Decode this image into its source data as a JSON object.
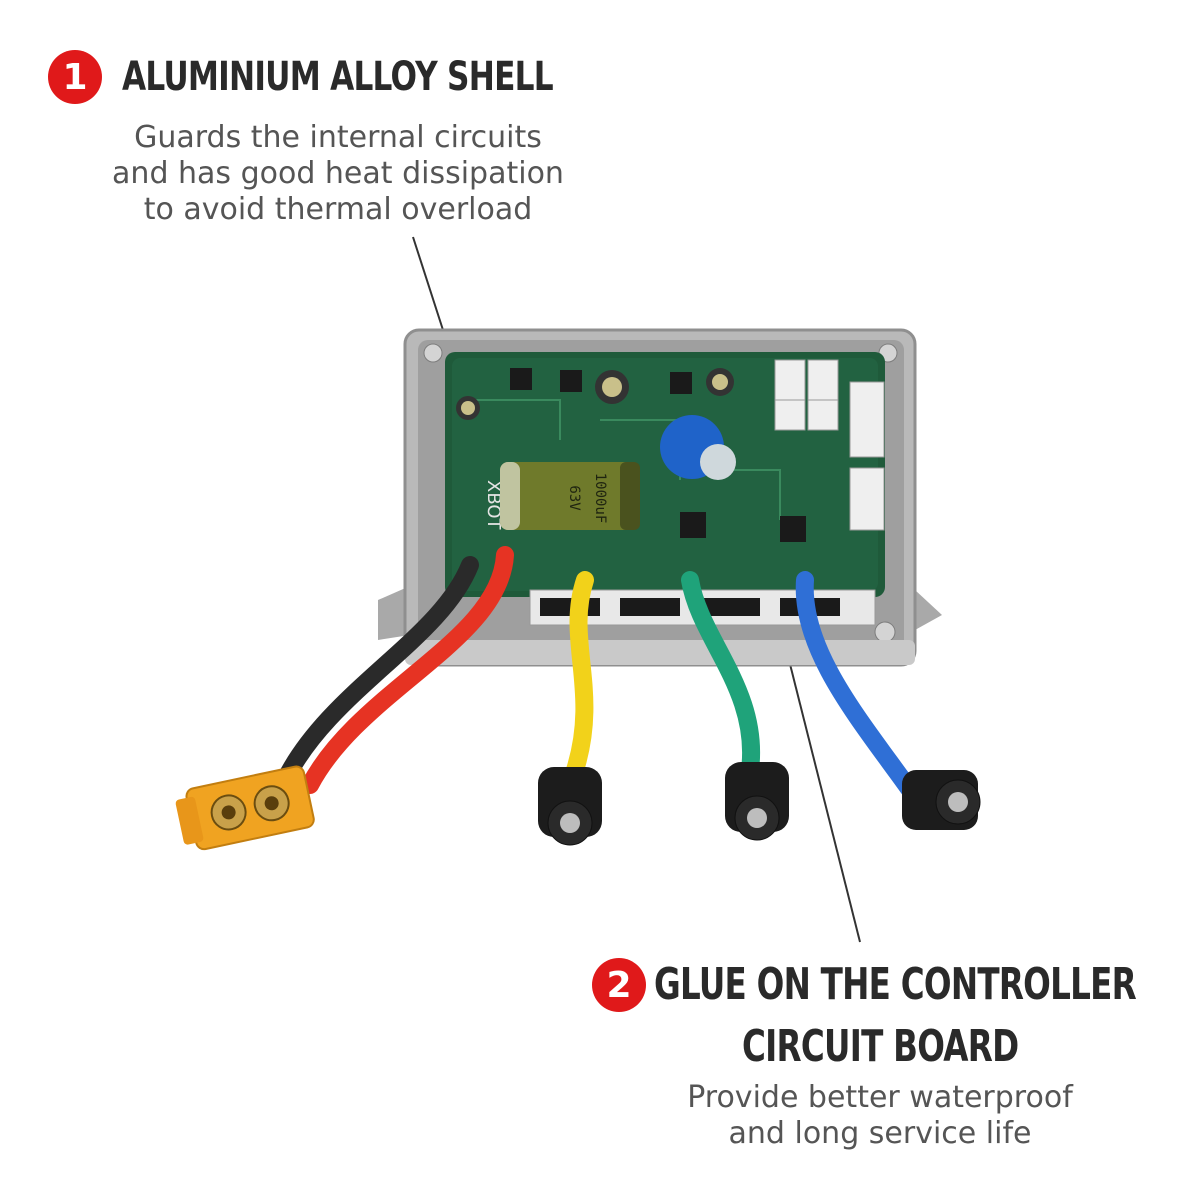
{
  "callouts": [
    {
      "number": "1",
      "title": "ALUMINIUM ALLOY SHELL",
      "description": [
        "Guards the internal circuits",
        "and has good heat dissipation",
        "to avoid thermal overload"
      ]
    },
    {
      "number": "2",
      "title_lines": [
        "GLUE ON THE CONTROLLER",
        "CIRCUIT BOARD"
      ],
      "description": [
        "Provide better waterproof",
        "and long service life"
      ]
    }
  ],
  "board": {
    "brand": "XBOT",
    "capacitor_labels": [
      "63V",
      "1000uF"
    ]
  },
  "colors": {
    "badge": "#e0191a",
    "board": "#1f5a3a",
    "shell": "#b9b9b9",
    "wire_red": "#e63323",
    "wire_yellow": "#f2d21a",
    "wire_green": "#1fa37a",
    "wire_blue": "#2f6fd6",
    "connector": "#f0a321"
  }
}
